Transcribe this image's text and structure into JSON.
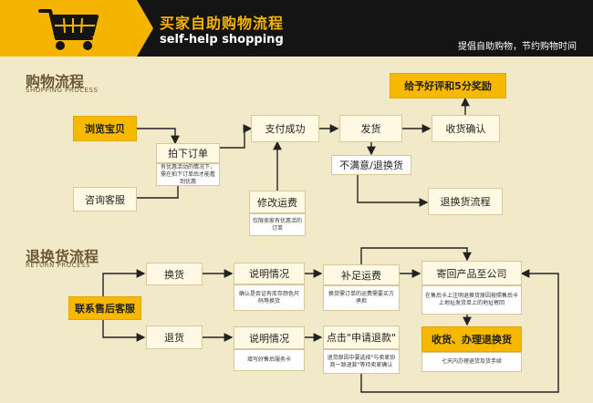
{
  "header": {
    "title": "买家自助购物流程",
    "subtitle": "self-help shopping",
    "slogan": "提倡自助购物，节约购物时间",
    "icon": "shopping-cart-icon",
    "colors": {
      "accent": "#f5b400",
      "bar": "#141414",
      "background": "#f2e9c9"
    }
  },
  "shopping": {
    "title": "购物流程",
    "subtitle": "SHOPPING PROCESS",
    "browse": "浏览宝贝",
    "place_order": "拍下订单",
    "order_note": "有优惠活动的情况下，需在拍下订单后才能看到优惠",
    "consult": "咨询客服",
    "modify_shipping": "修改运费",
    "modify_note": "仅限卖家有优惠活的订单",
    "pay": "支付成功",
    "ship": "发货",
    "unsatisfied": "不满意/退换货",
    "return_flow": "退换货流程",
    "confirm": "收货确认",
    "review": "给予好评和5分奖励"
  },
  "returns": {
    "title": "退换货流程",
    "subtitle": "RETURN PROCESS",
    "contact": "联系售后客服",
    "exchange": "换货",
    "explain1": "说明情况",
    "explain1_note": "确认是否证有库存颜色尺码等换货",
    "pay_shipping": "补足运费",
    "pay_shipping_note": "换货需订单的运费需要买方承担",
    "send_back": "寄回产品至公司",
    "send_back_note": "在售后卡上注明退换货原因按照售后卡上地址发货单上的地址寄回",
    "refund": "退货",
    "explain2": "说明情况",
    "explain2_note": "填写好售后服务卡",
    "apply_refund": "点击\"申请退款\"",
    "apply_refund_note": "退货原因中要选择\"与卖家协商一致退款\"等待卖家确认",
    "receive_refund": "收货、办理退换货",
    "receive_note": "七天内办理退货及货手续"
  }
}
